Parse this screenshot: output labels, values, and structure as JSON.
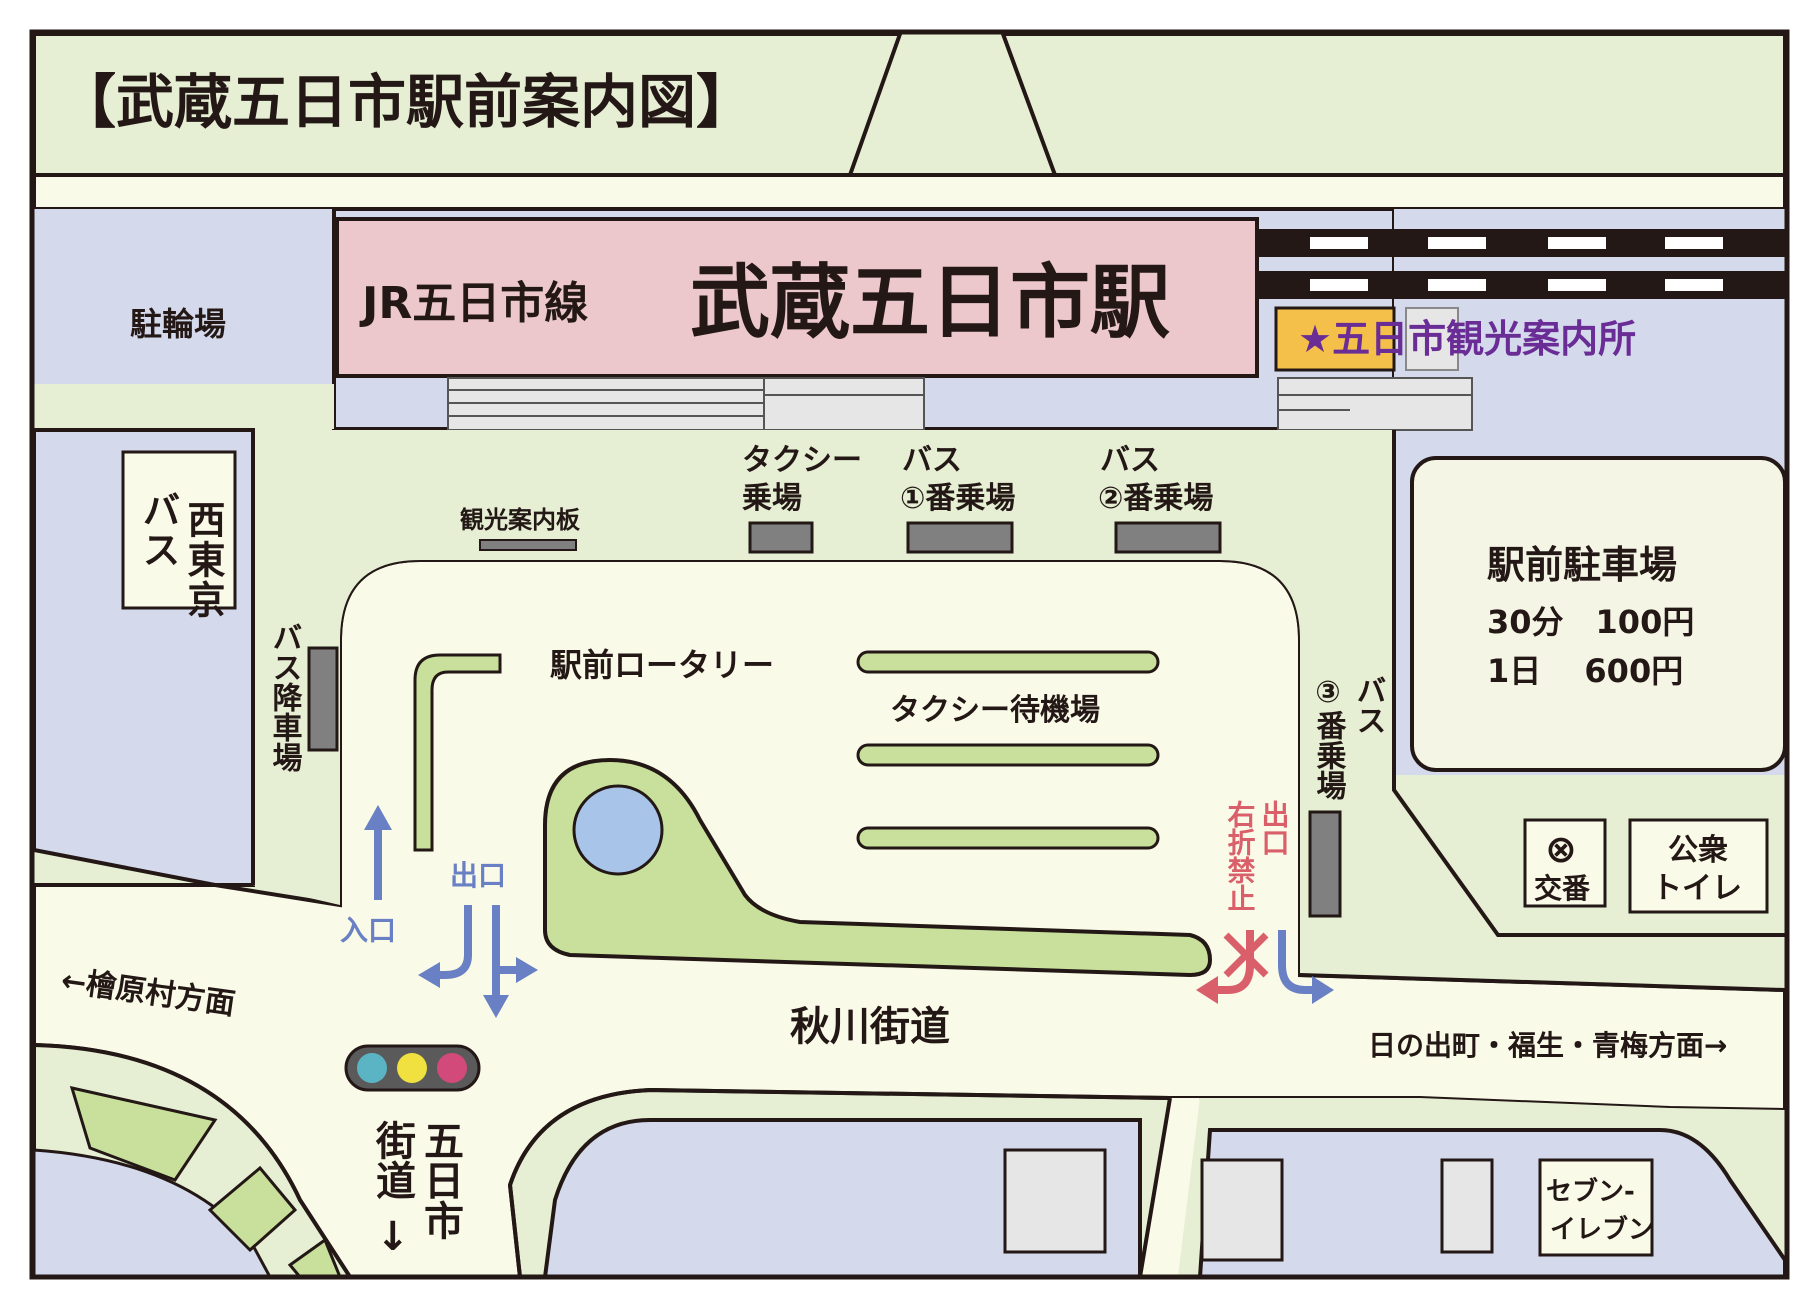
{
  "title": "【武蔵五日市駅前案内図】",
  "station": {
    "line": "JR五日市線",
    "name": "武蔵五日市駅"
  },
  "tourist_info_office": "★五日市観光案内所",
  "bicycle_parking": "駐輪場",
  "nishitokyo_bus": {
    "col1": "西東京",
    "col2": "バス"
  },
  "bus_dropoff": "バス降車場",
  "tourist_info_board": "観光案内板",
  "taxi_stand": {
    "line1": "タクシー",
    "line2": "乗場"
  },
  "bus_stop_1": {
    "line1": "バス",
    "line2": "①番乗場"
  },
  "bus_stop_2": {
    "line1": "バス",
    "line2": "②番乗場"
  },
  "bus_stop_3": {
    "col1": "バス",
    "col2": "③番乗場"
  },
  "rotary": "駅前ロータリー",
  "taxi_waiting": "タクシー待機場",
  "parking": {
    "name": "駅前駐車場",
    "rate_30min": "30分　100円",
    "rate_1day": "1日　 600円"
  },
  "entrance": "入口",
  "exit_left": "出口",
  "exit_right": {
    "col1": "出口",
    "col2": "右折禁止"
  },
  "road_main": "秋川街道",
  "direction_west": "←檜原村方面",
  "direction_east": "日の出町・福生・青梅方面→",
  "road_south": {
    "col1": "五日市",
    "col2": "街道",
    "arrow": "↓"
  },
  "police_box": {
    "symbol": "⊗",
    "label": "交番"
  },
  "public_toilet": {
    "line1": "公衆",
    "line2": "トイレ"
  },
  "seven_eleven": {
    "line1": "セブン-",
    "line2": "イレブン"
  },
  "colors": {
    "light_green": "#e6efd4",
    "road": "#fafae8",
    "blue_area": "#d4d9ec",
    "station_pink": "#ecc8cc",
    "grass": "#c8e09c",
    "pond": "#a8c4e8",
    "orange": "#f5c04a",
    "purple_text": "#6a2c95",
    "arrow_blue": "#6a80c4",
    "arrow_red": "#d9606a",
    "gray_stop": "#808080"
  }
}
